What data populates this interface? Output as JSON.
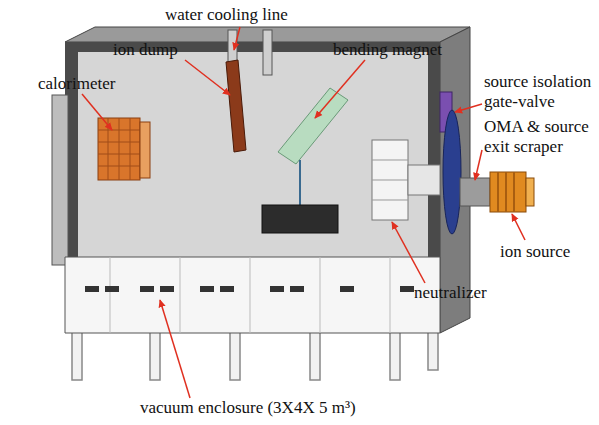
{
  "diagram": {
    "labels": [
      "water cooling line",
      "ion dump",
      "bending magnet",
      "calorimeter",
      "source isolation gate-valve",
      "OMA & source exit scraper",
      "ion source",
      "neutralizer",
      "vacuum enclosure (3X4X 5 m³)"
    ]
  }
}
